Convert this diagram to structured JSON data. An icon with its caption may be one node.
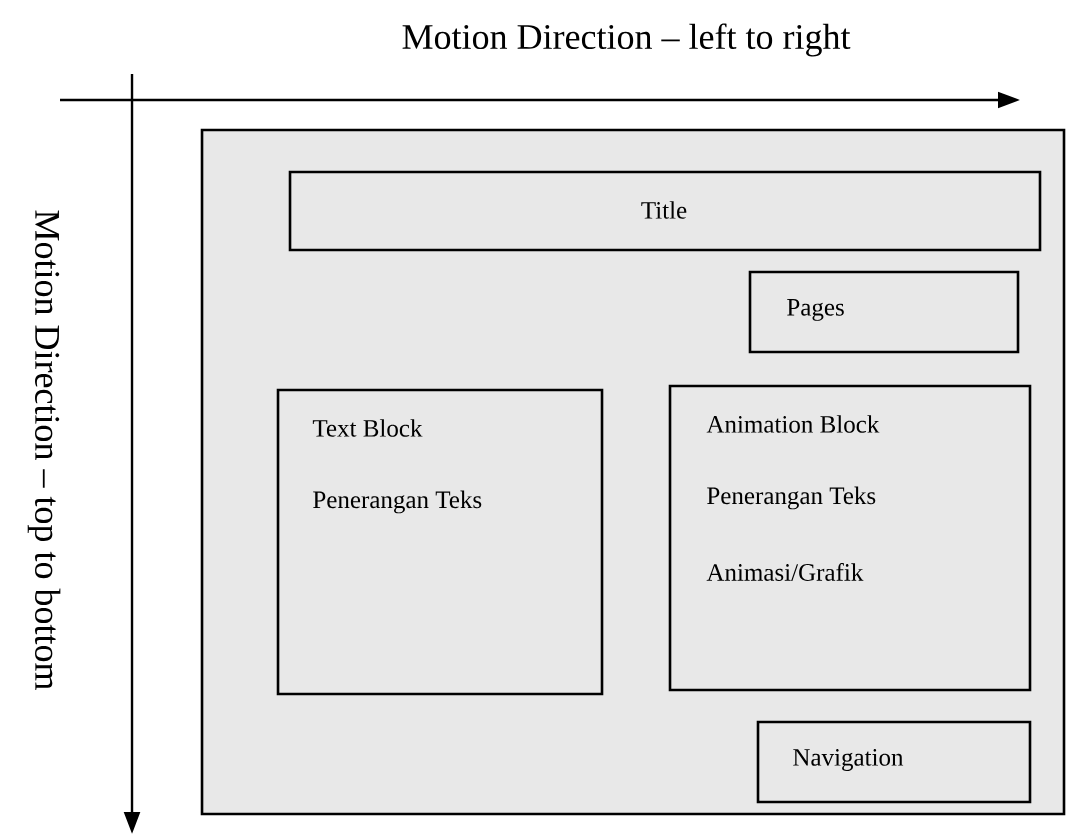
{
  "diagram": {
    "nodes": [
      {
        "text": [],
        "shape": "box"
      },
      {
        "text": [
          "Title"
        ],
        "in": 0
      },
      {
        "text": [
          "Pages"
        ],
        "in": 0
      },
      {
        "text": [
          "Text Block",
          "Penerangan Teks"
        ],
        "in": 0
      },
      {
        "text": [
          "Animation Block",
          "Penerangan Teks",
          "Animasi/Grafik"
        ],
        "in": 0
      },
      {
        "text": [
          "Navigation"
        ],
        "in": 0
      }
    ],
    "edges": [],
    "labels": [
      "Motion Direction – left to right",
      "Motion Direction – top to bottom"
    ]
  }
}
